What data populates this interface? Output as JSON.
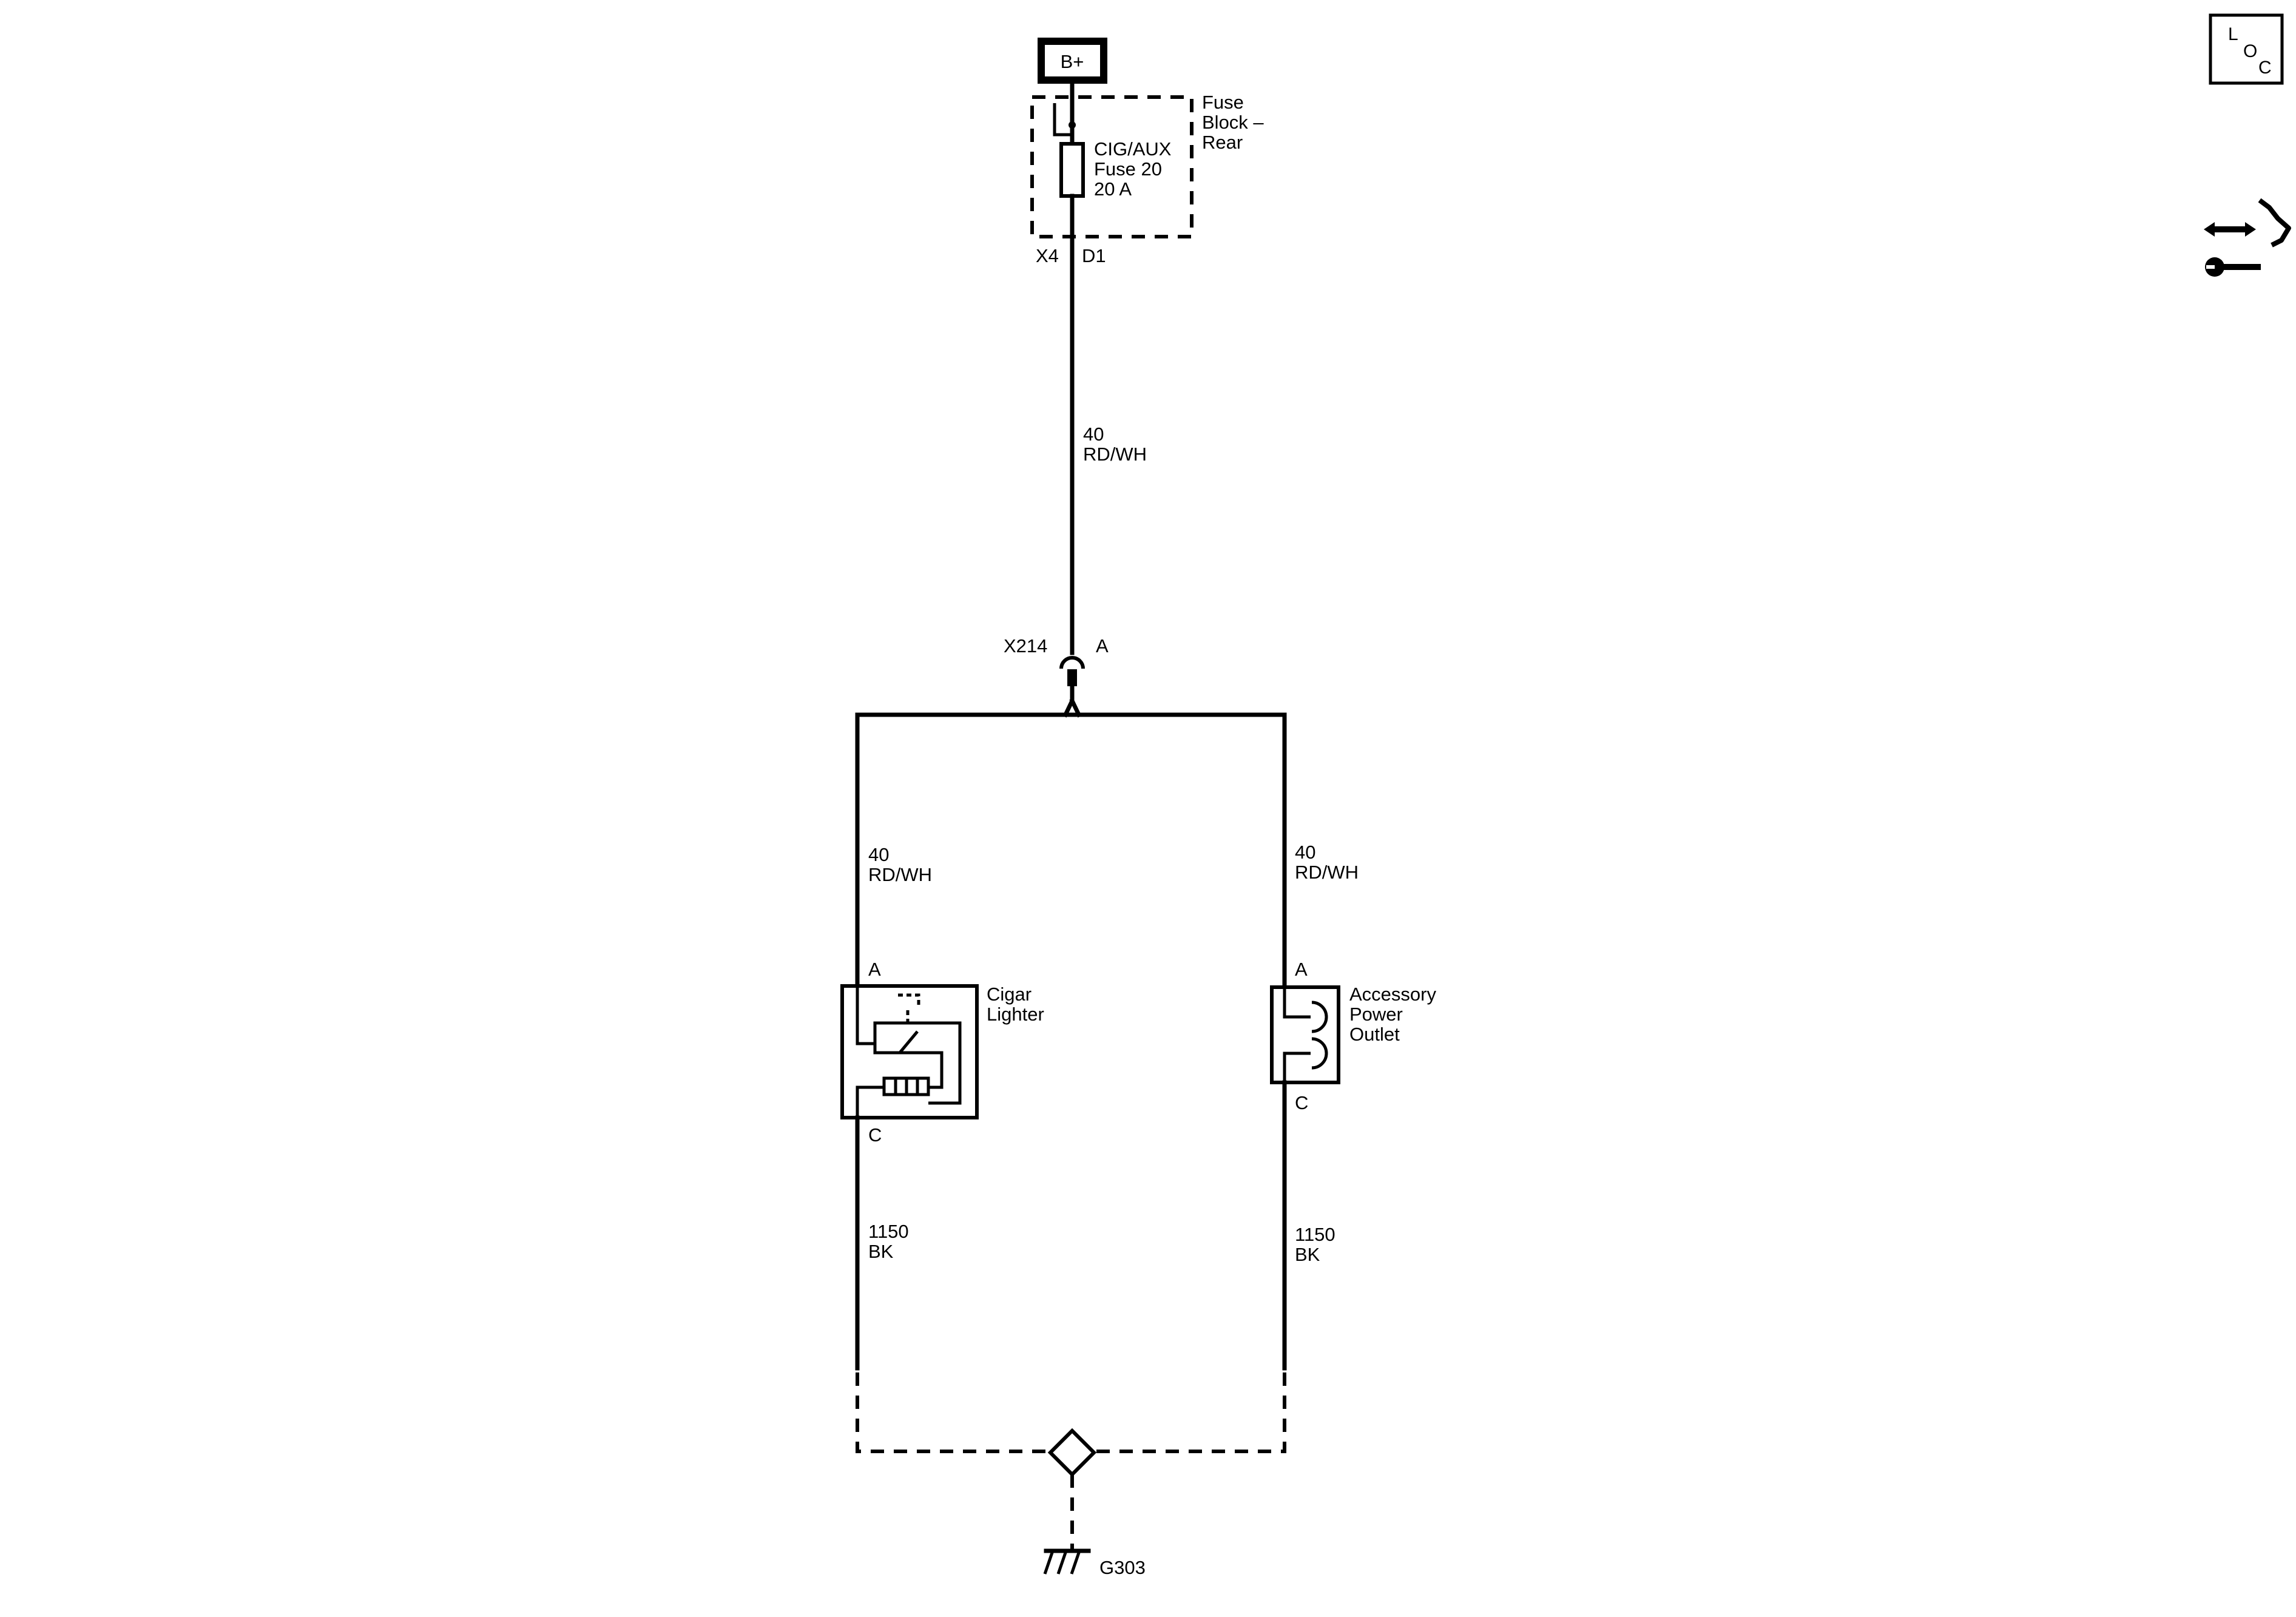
{
  "power_source": {
    "label": "B+"
  },
  "fuse_block": {
    "name_lines": [
      "Fuse",
      "Block –",
      "Rear"
    ],
    "fuse_lines": [
      "CIG/AUX",
      "Fuse 20",
      "20 A"
    ],
    "connector_left": "X4",
    "connector_right": "D1"
  },
  "main_wire": {
    "circuit": "40",
    "color": "RD/WH"
  },
  "splice": {
    "connector": "X214",
    "pin": "A"
  },
  "left_branch": {
    "wire_top": {
      "circuit": "40",
      "color": "RD/WH"
    },
    "pin_top": "A",
    "pin_bottom": "C",
    "component_lines": [
      "Cigar",
      "Lighter"
    ],
    "wire_bottom": {
      "circuit": "1150",
      "color": "BK"
    }
  },
  "right_branch": {
    "wire_top": {
      "circuit": "40",
      "color": "RD/WH"
    },
    "pin_top": "A",
    "pin_bottom": "C",
    "component_lines": [
      "Accessory",
      "Power",
      "Outlet"
    ],
    "wire_bottom": {
      "circuit": "1150",
      "color": "BK"
    }
  },
  "ground": {
    "label": "G303"
  },
  "loc_icon": {
    "letters": [
      "L",
      "O",
      "C"
    ]
  },
  "service_icon": {
    "name": "vehicle-service-wrench-icon"
  }
}
